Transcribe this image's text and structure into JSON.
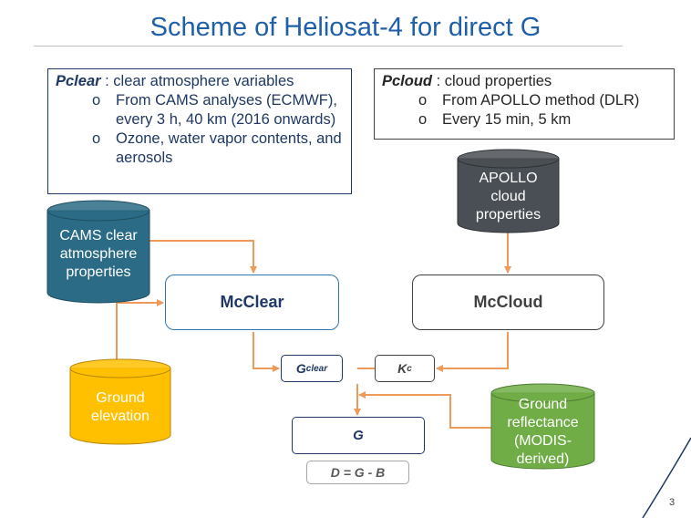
{
  "title": "Scheme of Heliosat-4 for direct G",
  "pclear": {
    "head_bold": "Pclear",
    "head_rest": " : clear atmosphere variables",
    "bullets": [
      "From CAMS analyses (ECMWF), every 3 h, 40 km (2016 onwards)",
      "Ozone, water vapor contents, and aerosols"
    ]
  },
  "pcloud": {
    "head_bold": "Pcloud",
    "head_rest": " : cloud properties",
    "bullets": [
      "From APOLLO method (DLR)",
      "Every 15 min, 5 km"
    ]
  },
  "bullet_glyph": "o",
  "cylinders": {
    "cams": {
      "lines": [
        "CAMS clear",
        "atmosphere",
        "properties"
      ],
      "color": "#2b6b85"
    },
    "apollo": {
      "lines": [
        "APOLLO",
        "cloud",
        "properties"
      ],
      "color": "#4a4f55"
    },
    "elevation": {
      "lines": [
        "Ground",
        "elevation"
      ],
      "color": "#ffc000"
    },
    "reflectance": {
      "lines": [
        "Ground",
        "reflectance",
        "(MODIS-",
        "derived)"
      ],
      "color": "#70ad47"
    }
  },
  "boxes": {
    "mcclear": "McClear",
    "mccloud": "McCloud",
    "gclear_main": "G",
    "gclear_sub": "clear",
    "kc_main": "K",
    "kc_sub": "c",
    "g": "G",
    "d": "D = G - B"
  },
  "arrow_color": "#ed9a5a",
  "page_number": "3"
}
